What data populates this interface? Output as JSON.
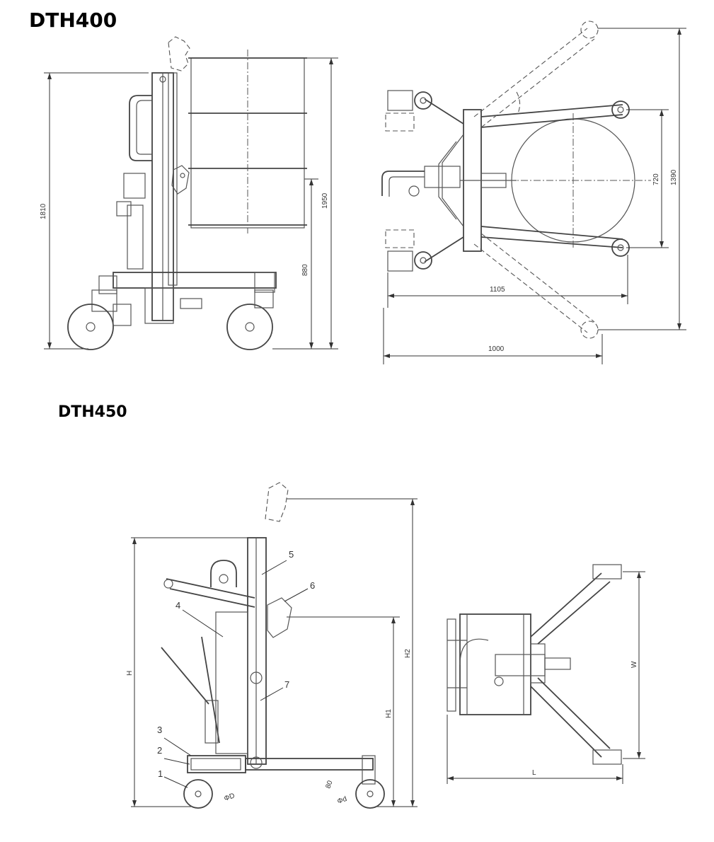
{
  "titles": {
    "dth400": "DTH400",
    "dth450": "DTH450"
  },
  "dth400_side": {
    "dim_total": "1810",
    "dim_drum_top": "1950",
    "dim_mid": "880"
  },
  "dth400_top": {
    "dim_720": "720",
    "dim_1390": "1390",
    "dim_1105": "1105",
    "dim_1000": "1000"
  },
  "dth450_side": {
    "parts": [
      "1",
      "2",
      "3",
      "4",
      "5",
      "6",
      "7"
    ],
    "dim_H": "H",
    "dim_H1": "H1",
    "dim_H2": "H2",
    "dim_D": "ΦD",
    "dim_d": "Φd",
    "dim_80": "80"
  },
  "dth450_top": {
    "dim_W": "W",
    "dim_L": "L"
  }
}
